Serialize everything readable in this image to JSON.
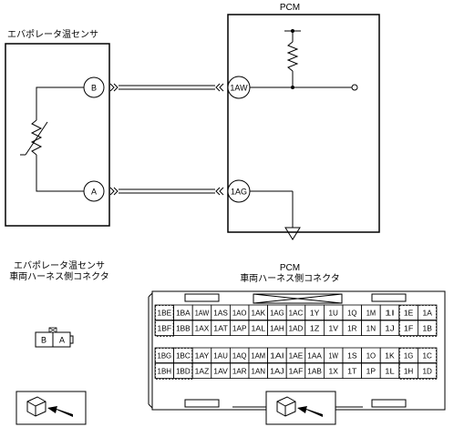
{
  "titles": {
    "sensor": "エバポレータ温センサ",
    "pcm": "PCM",
    "sensor_connector_line1": "エバポレータ温センサ",
    "sensor_connector_line2": "車両ハーネス側コネクタ",
    "pcm_connector_line1": "PCM",
    "pcm_connector_line2": "車両ハーネス側コネクタ"
  },
  "sensor_pins": [
    "B",
    "A"
  ],
  "pcm_pins": [
    "1AW",
    "1AG"
  ],
  "sensor_connector_cells": [
    "B",
    "A"
  ],
  "pcm_connector": {
    "upper": [
      [
        "1BE",
        "1BA",
        "1AW",
        "1AS",
        "1AO",
        "1AK",
        "1AG",
        "1AC",
        "1Y",
        "1U",
        "1Q",
        "1M",
        "1I",
        "1E",
        "1A"
      ],
      [
        "1BF",
        "1BB",
        "1AX",
        "1AT",
        "1AP",
        "1AL",
        "1AH",
        "1AD",
        "1Z",
        "1V",
        "1R",
        "1N",
        "1J",
        "1F",
        "1B"
      ]
    ],
    "lower": [
      [
        "1BG",
        "1BC",
        "1AY",
        "1AU",
        "1AQ",
        "1AM",
        "1AI",
        "1AE",
        "1AA",
        "1W",
        "1S",
        "1O",
        "1K",
        "1G",
        "1C"
      ],
      [
        "1BH",
        "1BD",
        "1AZ",
        "1AV",
        "1AR",
        "1AN",
        "1AJ",
        "1AF",
        "1AB",
        "1X",
        "1T",
        "1P",
        "1L",
        "1H",
        "1D"
      ]
    ]
  }
}
